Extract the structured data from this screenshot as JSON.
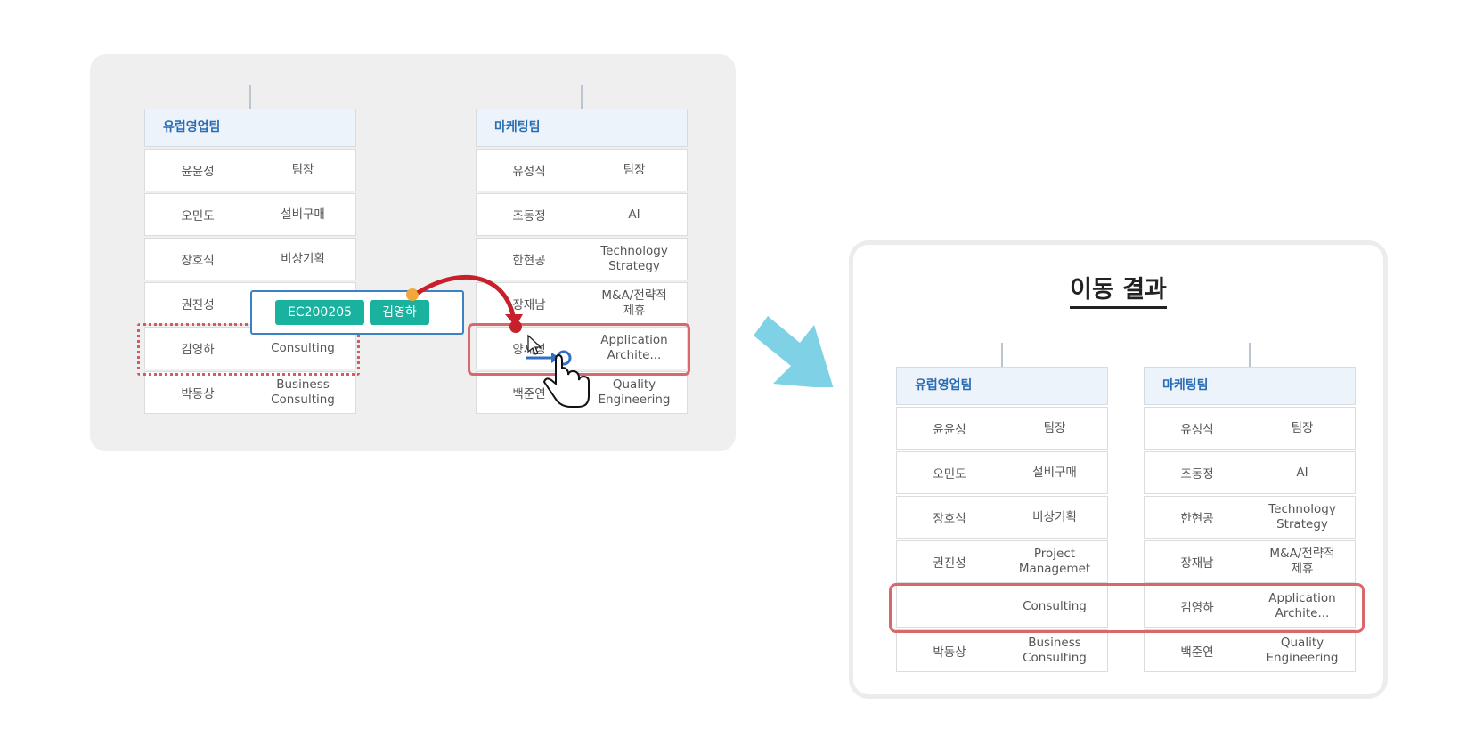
{
  "before": {
    "teams": [
      {
        "name": "유럽영업팀",
        "members": [
          {
            "name": "윤윤성",
            "role": "팀장"
          },
          {
            "name": "오민도",
            "role": "설비구매"
          },
          {
            "name": "장호식",
            "role": "비상기획"
          },
          {
            "name": "권진성",
            "role": ""
          },
          {
            "name": "김영하",
            "role": "Consulting"
          },
          {
            "name": "박동상",
            "role": "Business\nConsulting"
          }
        ]
      },
      {
        "name": "마케팅팀",
        "members": [
          {
            "name": "유성식",
            "role": "팀장"
          },
          {
            "name": "조동정",
            "role": "AI"
          },
          {
            "name": "한현공",
            "role": "Technology\nStrategy"
          },
          {
            "name": "장재남",
            "role": "M&A/전략적\n제휴"
          },
          {
            "name": "양재성",
            "role": "Application\nArchite..."
          },
          {
            "name": "백준연",
            "role": "Quality\nEngineering"
          }
        ]
      }
    ],
    "drag_chip": {
      "id_tag": "EC200205",
      "name_tag": "김영하"
    }
  },
  "after": {
    "title": "이동 결과",
    "teams": [
      {
        "name": "유럽영업팀",
        "members": [
          {
            "name": "윤윤성",
            "role": "팀장"
          },
          {
            "name": "오민도",
            "role": "설비구매"
          },
          {
            "name": "장호식",
            "role": "비상기획"
          },
          {
            "name": "권진성",
            "role": "Project\nManagemet"
          },
          {
            "name": "",
            "role": "Consulting"
          },
          {
            "name": "박동상",
            "role": "Business\nConsulting"
          }
        ]
      },
      {
        "name": "마케팅팀",
        "members": [
          {
            "name": "유성식",
            "role": "팀장"
          },
          {
            "name": "조동정",
            "role": "AI"
          },
          {
            "name": "한현공",
            "role": "Technology\nStrategy"
          },
          {
            "name": "장재남",
            "role": "M&A/전략적\n제휴"
          },
          {
            "name": "김영하",
            "role": "Application\nArchite..."
          },
          {
            "name": "백준연",
            "role": "Quality\nEngineering"
          }
        ]
      }
    ]
  },
  "colors": {
    "team_header_text": "#2a6db3",
    "highlight_red": "#d9686d",
    "tag_teal": "#19b29e",
    "transition_arrow": "#7fd1e6",
    "drag_arrow": "#c8202a"
  },
  "icons": [
    "transition-arrow-icon",
    "hand-pointer-icon",
    "cursor-arrow-icon",
    "drag-curve-arrow-icon"
  ]
}
